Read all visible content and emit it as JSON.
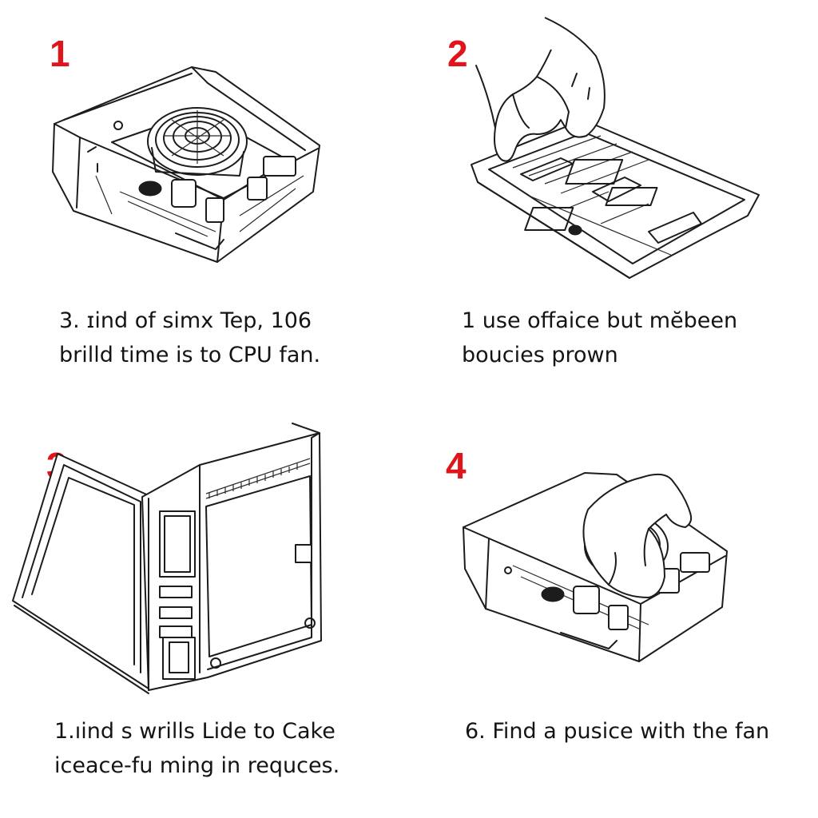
{
  "steps": [
    {
      "number": "1",
      "caption_line1": "3. ɪind of simx Tep, 106",
      "caption_line2": "brilld time is to CPU fan."
    },
    {
      "number": "2",
      "caption_line1": "1 use offaice but mĕbeen",
      "caption_line2": "boucies prown"
    },
    {
      "number": "3",
      "caption_line1": "1.ıind s wrills Lide to  Cake",
      "caption_line2": "iceace-fu ming in requces."
    },
    {
      "number": "4",
      "caption_line1": "6. Find a pusice with the fan",
      "caption_line2": ""
    }
  ],
  "colors": {
    "step_number": "#e0141b",
    "line_art": "#1c1c1c",
    "background": "#ffffff"
  }
}
